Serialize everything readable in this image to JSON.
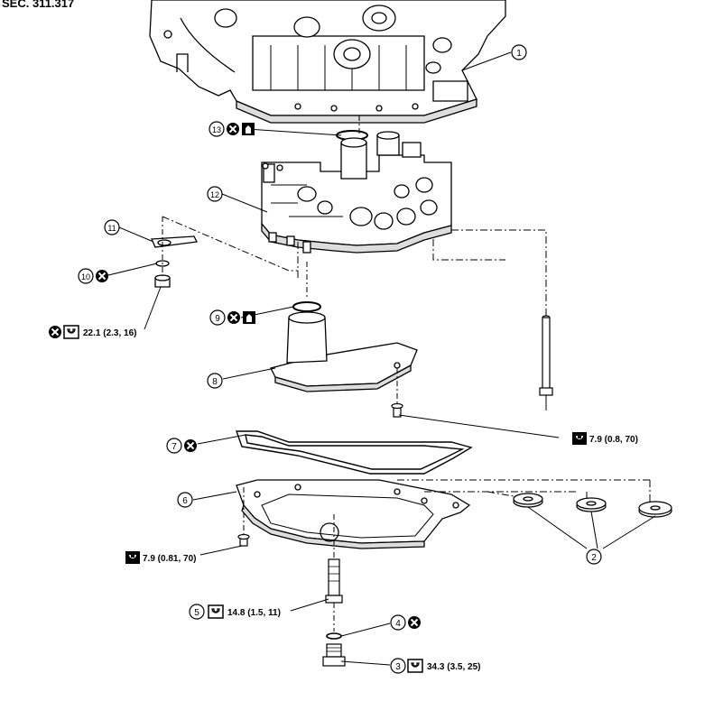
{
  "section_label": "SEC. 311.317",
  "callouts": {
    "c1": "1",
    "c2": "2",
    "c3": "3",
    "c4": "4",
    "c5": "5",
    "c6": "6",
    "c7": "7",
    "c8": "8",
    "c9": "9",
    "c10": "10",
    "c11": "11",
    "c12": "12",
    "c13": "13"
  },
  "torques": {
    "nut_22": "22.1 (2.3, 16)",
    "bolt_7_9_upper": "7.9 (0.8, 70)",
    "bolt_7_9_pan": "7.9 (0.81, 70)",
    "plug_14_8": "14.8 (1.5, 11)",
    "plug_34_3": "34.3 (3.5, 25)"
  },
  "icons": [
    "do-not-reuse-icon",
    "fluid-icon",
    "torque-wrench-icon",
    "socket-icon"
  ]
}
